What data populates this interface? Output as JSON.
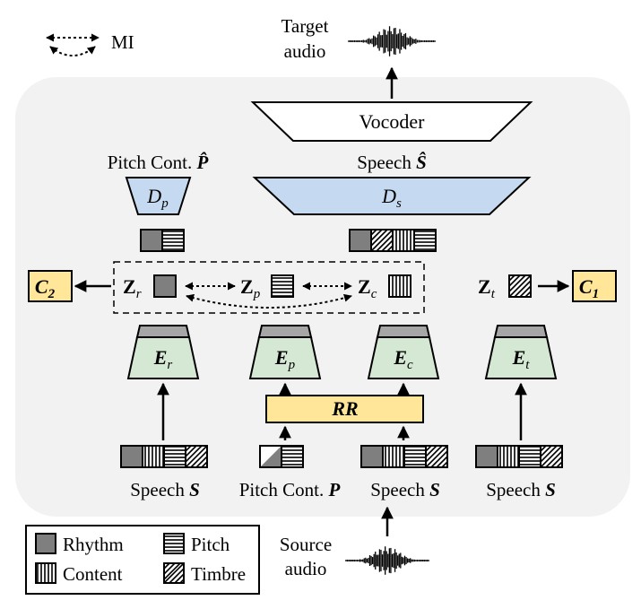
{
  "legend": {
    "mi": "MI",
    "rhythm": "Rhythm",
    "pitch": "Pitch",
    "content": "Content",
    "timbre": "Timbre"
  },
  "top": {
    "target_line1": "Target",
    "target_line2": "audio",
    "vocoder": "Vocoder",
    "speech_out": "Speech",
    "speech_out_sym": "Ŝ",
    "pitch_out": "Pitch Cont.",
    "pitch_out_sym": "P̂"
  },
  "decoders": {
    "dp": "D",
    "dp_sub": "p",
    "ds": "D",
    "ds_sub": "s"
  },
  "latents": {
    "zr": "Z",
    "zr_sub": "r",
    "zp": "Z",
    "zp_sub": "p",
    "zc": "Z",
    "zc_sub": "c",
    "zt": "Z",
    "zt_sub": "t"
  },
  "classifiers": {
    "c2": "C",
    "c2_sub": "2",
    "c1": "C",
    "c1_sub": "1"
  },
  "encoders": {
    "er": "E",
    "er_sub": "r",
    "ep": "E",
    "ep_sub": "p",
    "ec": "E",
    "ec_sub": "c",
    "et": "E",
    "et_sub": "t"
  },
  "rr": "RR",
  "inputs": {
    "speech1": "Speech",
    "speech1_sym": "S",
    "pitch": "Pitch Cont.",
    "pitch_sym": "P",
    "speech2": "Speech",
    "speech2_sym": "S",
    "speech3": "Speech",
    "speech3_sym": "S"
  },
  "source": {
    "line1": "Source",
    "line2": "audio"
  },
  "colors": {
    "panel": "#f2f2f2",
    "encoder": "#d5e8d4",
    "encoder_top": "#a6a6a6",
    "decoder": "#c5daf0",
    "yellow": "#ffe699",
    "rhythm": "#7f7f7f"
  }
}
